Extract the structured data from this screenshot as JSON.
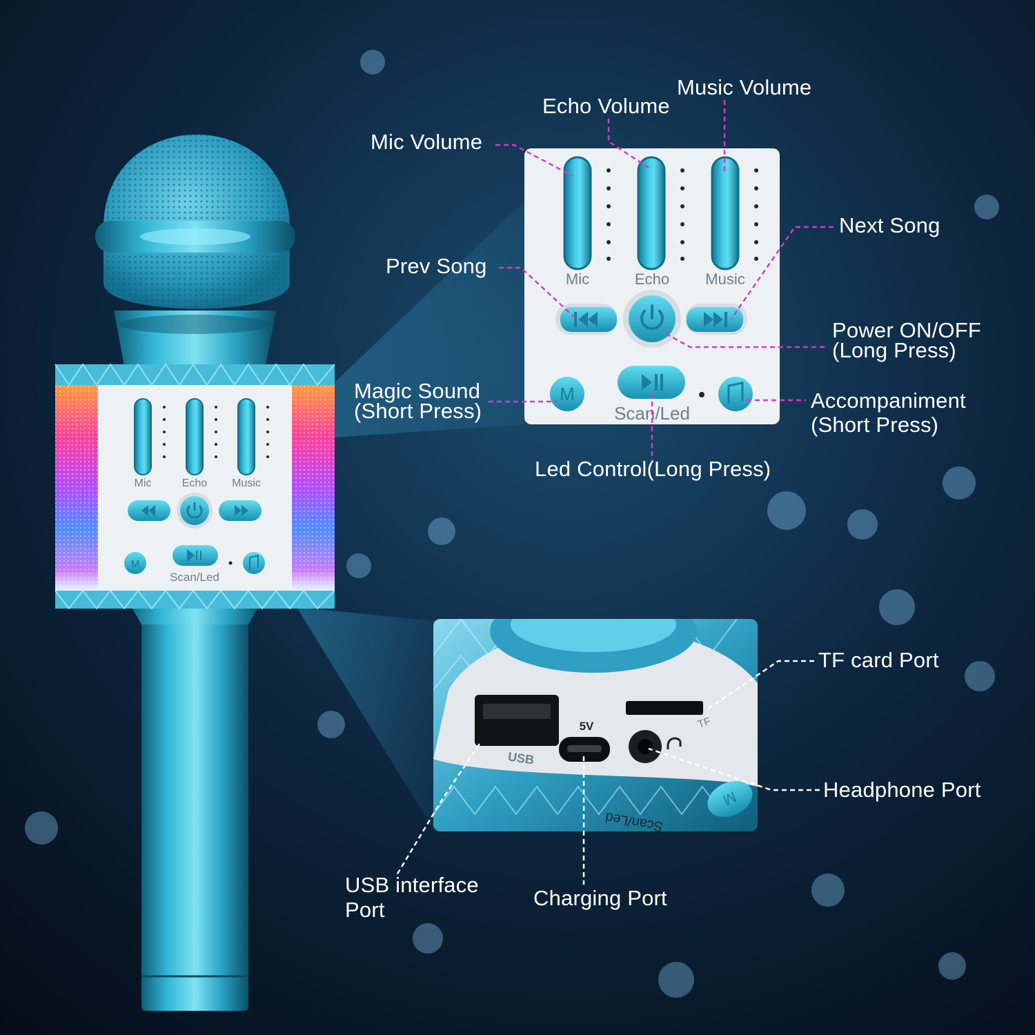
{
  "colors": {
    "accent": "#2cc3e0",
    "leader": "#d23cc0",
    "panel": "#eef1f4",
    "background": "#07101c"
  },
  "callouts": {
    "music_volume": "Music Volume",
    "echo_volume": "Echo Volume",
    "mic_volume": "Mic Volume",
    "next_song": "Next Song",
    "prev_song": "Prev Song",
    "power_line1": "Power ON/OFF",
    "power_line2": "(Long Press)",
    "magic_line1": "Magic Sound",
    "magic_line2": "(Short Press)",
    "accomp_line1": "Accompaniment",
    "accomp_line2": "(Short Press)",
    "led_control": "Led Control(Long Press)",
    "tf_card_port": "TF card Port",
    "headphone_port": "Headphone Port",
    "usb_line1": "USB interface",
    "usb_line2": "Port",
    "charging_port": "Charging Port"
  },
  "panel_labels": {
    "mic": "Mic",
    "echo": "Echo",
    "music": "Music",
    "scan_led": "Scan/Led",
    "magic_icon": "M"
  },
  "port_labels": {
    "usb": "USB",
    "five_v": "5V",
    "tf": "TF",
    "scan_led_mirrored": "Scan/Led",
    "magic_icon": "M"
  },
  "icons": [
    "previous-track-icon",
    "power-icon",
    "next-track-icon",
    "play-pause-icon",
    "magic-m-icon",
    "music-note-icon",
    "headphone-icon"
  ]
}
